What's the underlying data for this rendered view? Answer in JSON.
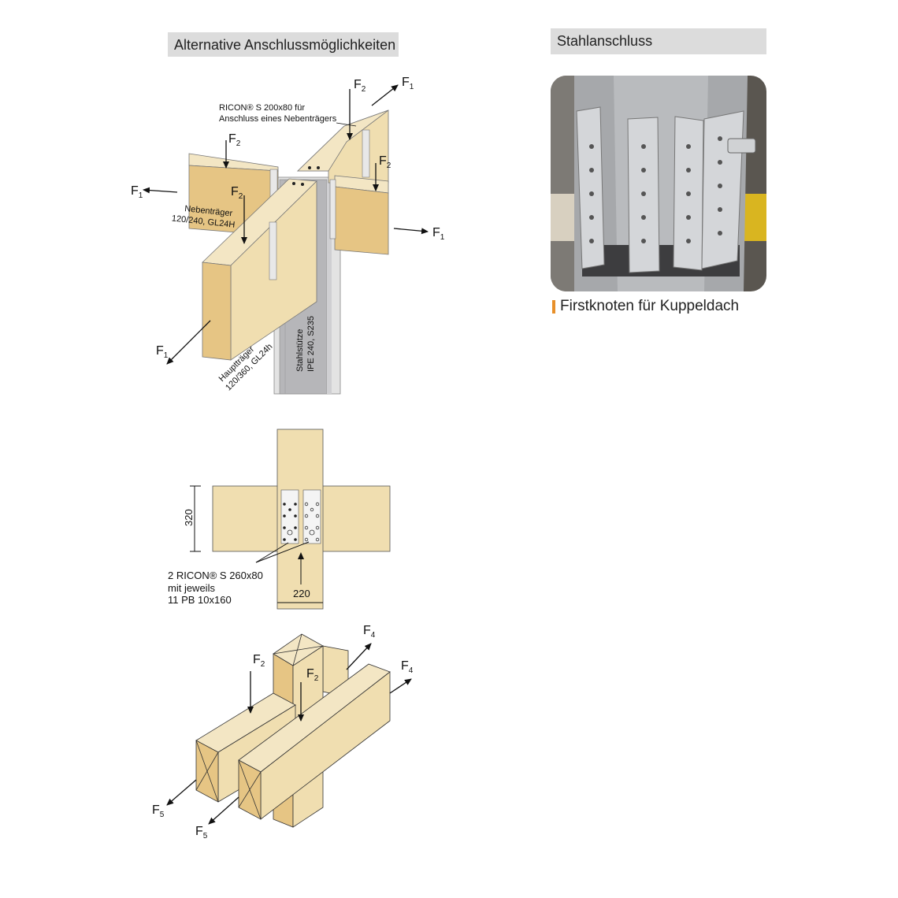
{
  "left_section": {
    "title": "Alternative Anschlussmöglichkeiten",
    "diagram1": {
      "annotation_line1": "RICON® S 200x80 für",
      "annotation_line2": "Anschluss eines Nebenträgers",
      "secondary_beam_line1": "Nebenträger",
      "secondary_beam_line2": "120/240, GL24H",
      "main_beam_line1": "Hauptträger",
      "main_beam_line2": "120/360, GL24h",
      "column_line1": "Stahlstütze",
      "column_line2": "IPE 240, S235",
      "force_symbol": "F",
      "sub1": "1",
      "sub2": "2"
    },
    "diagram2": {
      "dim_height": "320",
      "dim_width": "220",
      "label_line1": "2 RICON® S 260x80",
      "label_line2": "mit jeweils",
      "label_line3": "11 PB 10x160"
    },
    "diagram3": {
      "force_symbol": "F",
      "sub2": "2",
      "sub4": "4",
      "sub5": "5"
    }
  },
  "right_section": {
    "title": "Stahlanschluss",
    "caption": "Firstknoten für Kuppeldach",
    "accent_color": "#e8902a"
  }
}
